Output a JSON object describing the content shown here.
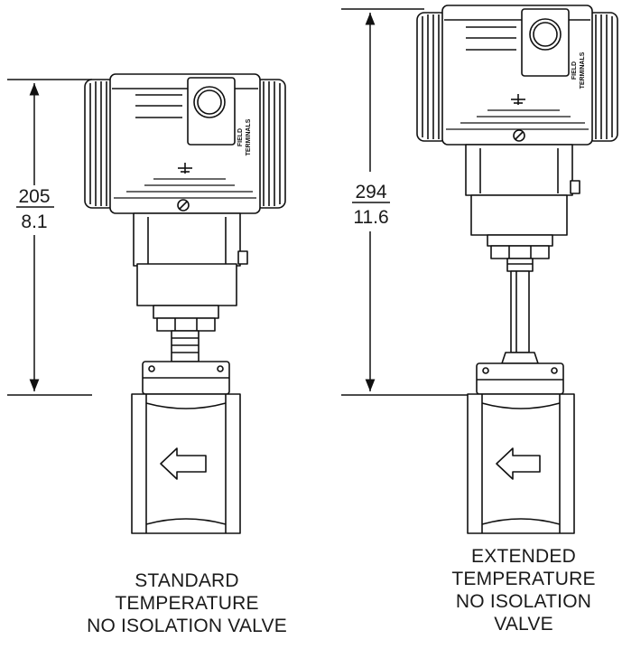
{
  "standard": {
    "dimension_mm": "205",
    "dimension_in": "8.1",
    "caption": [
      "STANDARD",
      "TEMPERATURE",
      "NO ISOLATION VALVE"
    ]
  },
  "extended": {
    "dimension_mm": "294",
    "dimension_in": "11.6",
    "caption": [
      "EXTENDED",
      "TEMPERATURE",
      "NO ISOLATION",
      "VALVE"
    ]
  },
  "housing_label": [
    "FIELD",
    "TERMINALS"
  ]
}
